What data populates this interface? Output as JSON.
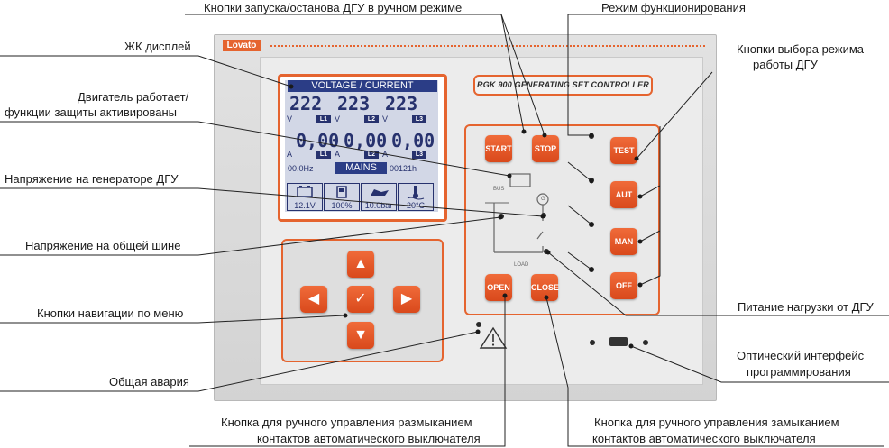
{
  "labels": {
    "top_buttons": "Кнопки запуска/останова ДГУ в ручном режиме",
    "mode_operation": "Режим функционирования",
    "lcd_display": "ЖК дисплей",
    "mode_select_1": "Кнопки выбора режима",
    "mode_select_2": "работы ДГУ",
    "engine_running_1": "Двигатель работает/",
    "engine_running_2": "функции защиты активированы",
    "gen_voltage": "Напряжение на генераторе ДГУ",
    "bus_voltage": "Напряжение на общей шине",
    "nav_buttons": "Кнопки навигации по меню",
    "load_power": "Питание нагрузки от ДГУ",
    "optical_1": "Оптический интерфейс",
    "optical_2": "программирования",
    "common_alarm": "Общая авария",
    "open_cmd_1": "Кнопка для ручного управления размыканием",
    "open_cmd_2": "контактов автоматического выключателя",
    "close_cmd_1": "Кнопка для ручного управления замыканием",
    "close_cmd_2": "контактов автоматического выключателя"
  },
  "device": {
    "brand": "Lovato",
    "title": "RGK 900 GENERATING SET CONTROLLER",
    "buttons": {
      "start": "START",
      "stop": "STOP",
      "test": "TEST",
      "aut": "AUT",
      "man": "MAN",
      "off": "OFF",
      "open": "OPEN",
      "close": "CLOSE"
    },
    "mimic": {
      "bus": "BUS",
      "load": "LOAD",
      "gen": "G"
    }
  },
  "lcd": {
    "title": "VOLTAGE / CURRENT",
    "voltages": [
      "222",
      "223",
      "223"
    ],
    "currents": [
      "0,00",
      "0,00",
      "0,00"
    ],
    "phases": [
      "L1",
      "L2",
      "L3"
    ],
    "unit_v": "V",
    "unit_a": "A",
    "frequency": "00.0Hz",
    "mode": "MAINS",
    "hours": "00121h",
    "battery": "12.1V",
    "fuel": "100%",
    "oil": "10.0bar",
    "temp": "20°C"
  },
  "nav": {
    "up": "▲",
    "left": "◀",
    "ok": "✓",
    "right": "▶",
    "down": "▼"
  },
  "colors": {
    "accent": "#e5642f",
    "lcd_blue": "#2b3d86"
  }
}
